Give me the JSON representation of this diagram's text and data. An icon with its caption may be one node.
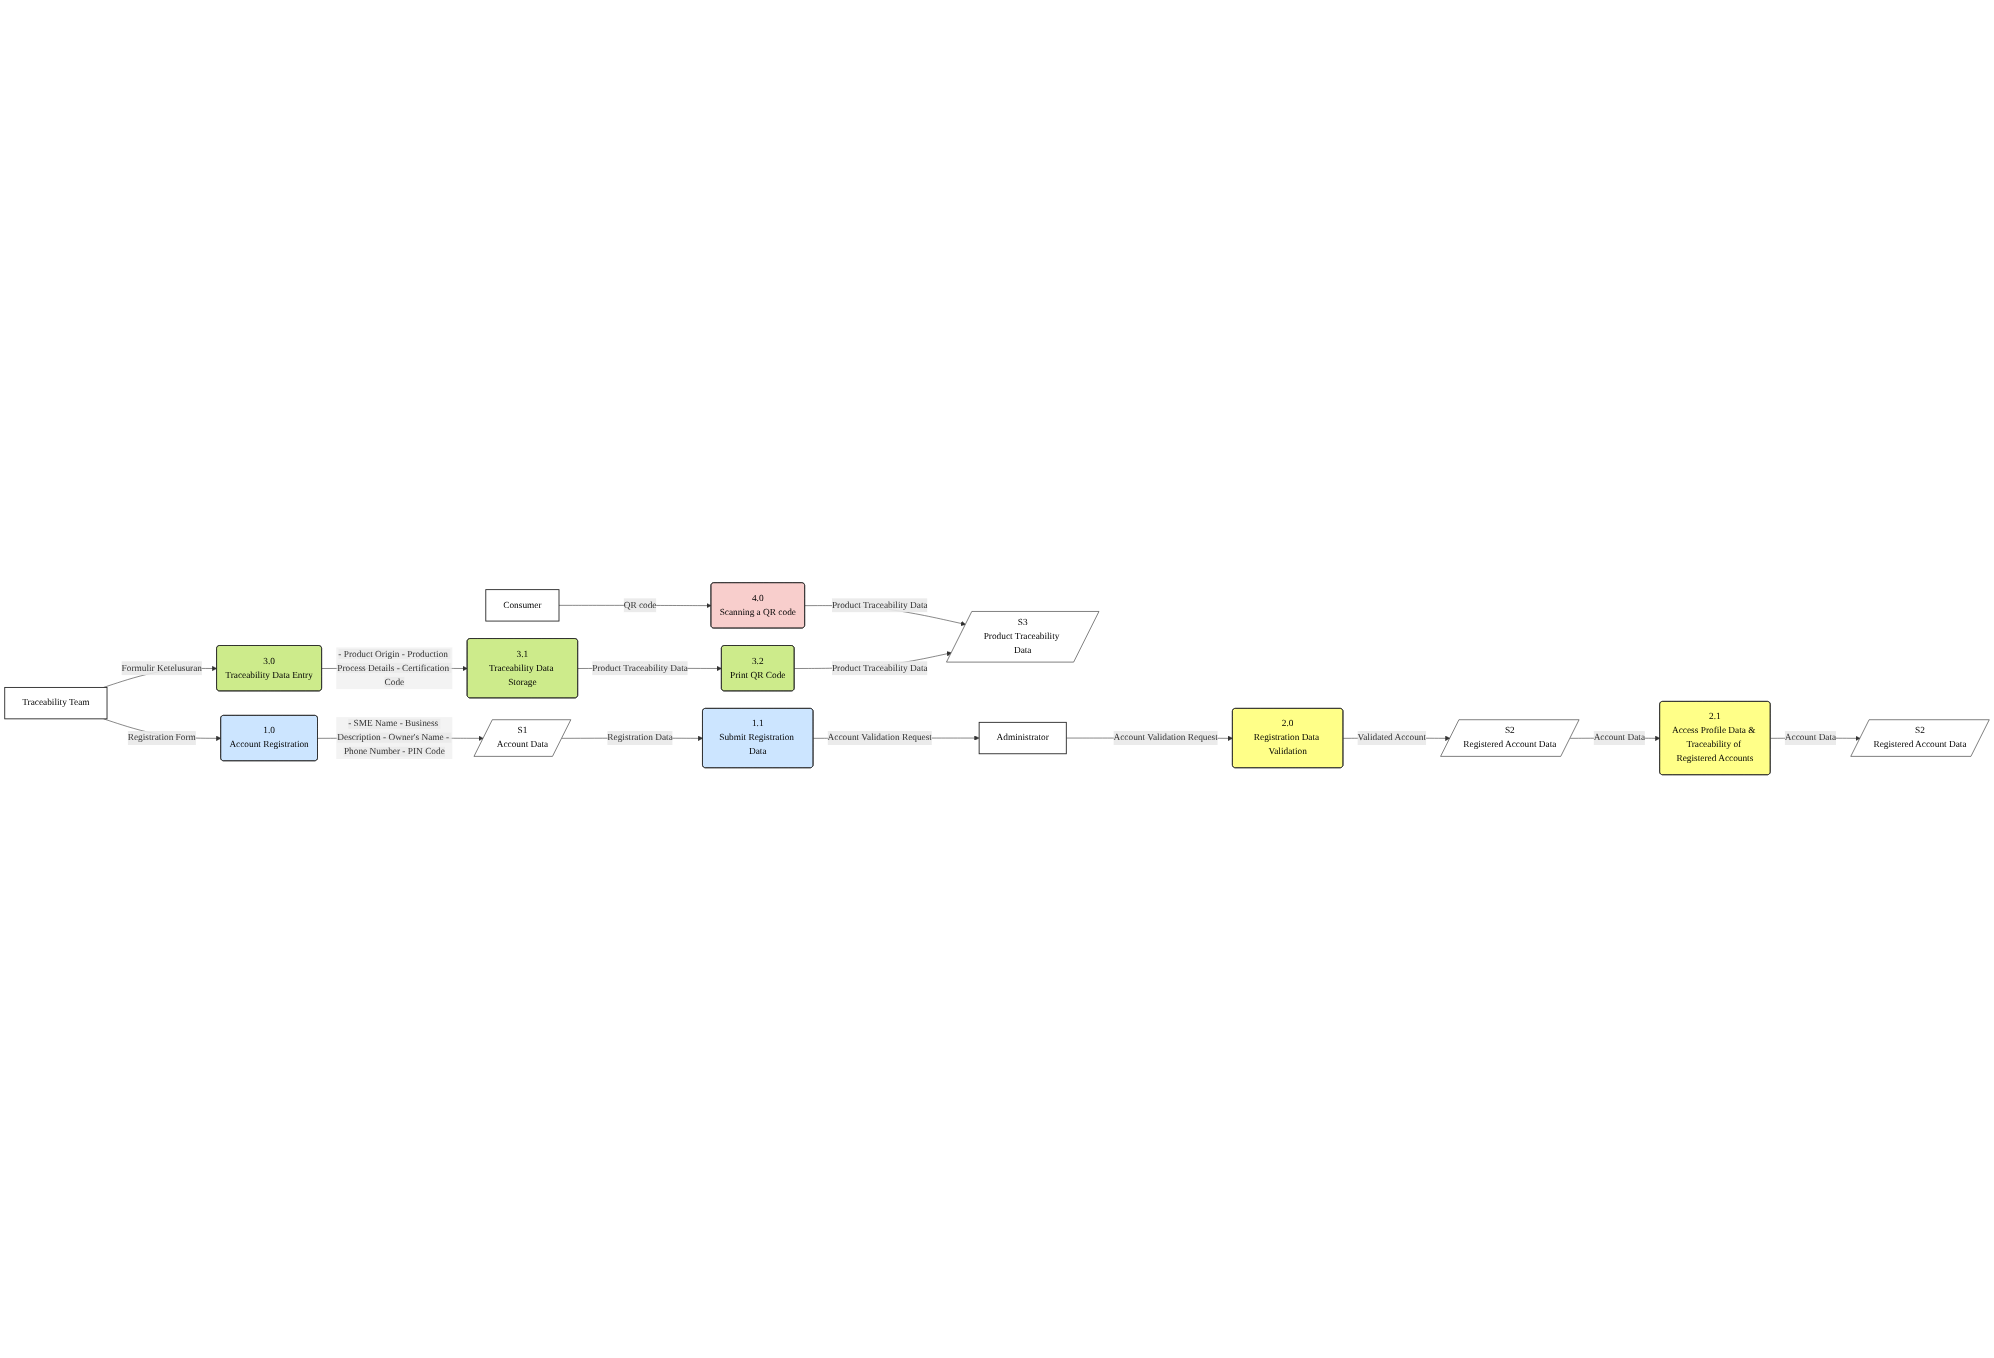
{
  "diagram": {
    "nodes": [
      {
        "text": [
          "Consumer"
        ]
      },
      {
        "text": [
          "4.0",
          "Scanning a QR code"
        ]
      },
      {
        "text": [
          "3.0",
          "Traceability Data Entry"
        ]
      },
      {
        "text": [
          "3.1",
          "Traceability Data Storage"
        ]
      },
      {
        "text": [
          "3.2",
          "Print QR Code"
        ]
      },
      {
        "text": [
          "S3",
          "Product Traceability Data"
        ]
      },
      {
        "text": [
          "Traceability Team"
        ]
      },
      {
        "text": [
          "1.0",
          "Account Registration"
        ]
      },
      {
        "text": [
          "S1",
          "Account Data"
        ]
      },
      {
        "text": [
          "1.1",
          "Submit Registration Data"
        ]
      },
      {
        "text": [
          "2.1",
          "Access Profile Data & Traceability of Registered Accounts"
        ]
      },
      {
        "text": [
          "S2",
          "Registered Account Data"
        ]
      },
      {
        "text": [
          "2.0",
          "Registration Data Validation"
        ]
      },
      {
        "text": [
          "Administrator"
        ]
      },
      {
        "text": [
          "S2",
          "Registered Account Data"
        ]
      }
    ],
    "edges": [
      {
        "from": 0,
        "to": 1,
        "arrow": "to",
        "label": "QR code"
      },
      {
        "from": 1,
        "to": 5,
        "arrow": "to",
        "label": "Product Traceability Data"
      },
      {
        "from": 2,
        "to": 3,
        "arrow": "to",
        "label": "- Product Origin - Production Process Details - Certification Code"
      },
      {
        "from": 3,
        "to": 4,
        "arrow": "to",
        "label": "Product Traceability Data"
      },
      {
        "from": 4,
        "to": 5,
        "arrow": "to",
        "label": "Product Traceability Data"
      },
      {
        "from": 6,
        "to": 2,
        "arrow": "to",
        "label": "Formulir Ketelusuran"
      },
      {
        "from": 6,
        "to": 7,
        "arrow": "to",
        "label": "Registration Form"
      },
      {
        "from": 7,
        "to": 8,
        "arrow": "to",
        "label": "- SME Name - Business Description - Owner's Name - Phone Number - PIN Code"
      },
      {
        "from": 8,
        "to": 9,
        "arrow": "to",
        "label": "Registration Data"
      },
      {
        "from": 9,
        "to": 13,
        "arrow": "to",
        "label": "Account Validation Request"
      },
      {
        "from": 13,
        "to": 12,
        "arrow": "to",
        "label": "Account Validation Request"
      },
      {
        "from": 12,
        "to": 11,
        "arrow": "to",
        "label": "Validated Account"
      },
      {
        "from": 11,
        "to": 10,
        "arrow": "to",
        "label": "Account Data"
      },
      {
        "from": 10,
        "to": 14,
        "arrow": "to",
        "label": "Account Data"
      }
    ]
  }
}
